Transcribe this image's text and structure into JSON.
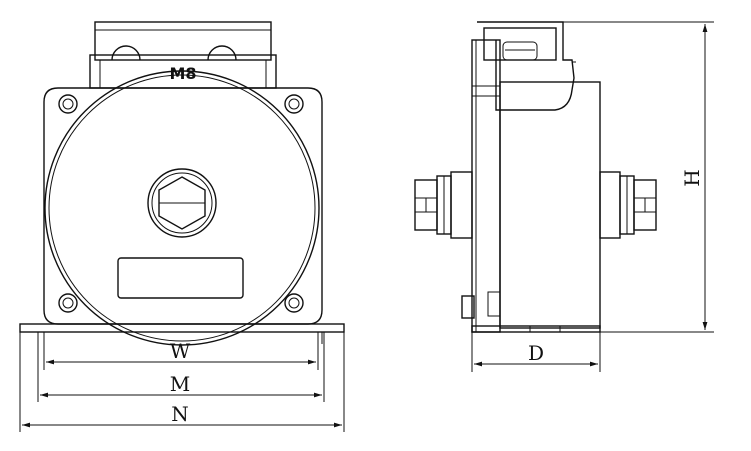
{
  "labels": {
    "thread": "M8",
    "width": "W",
    "mount": "M",
    "overall": "N",
    "depth": "D",
    "height": "H"
  },
  "colors": {
    "line": "#111111",
    "background": "#ffffff"
  }
}
